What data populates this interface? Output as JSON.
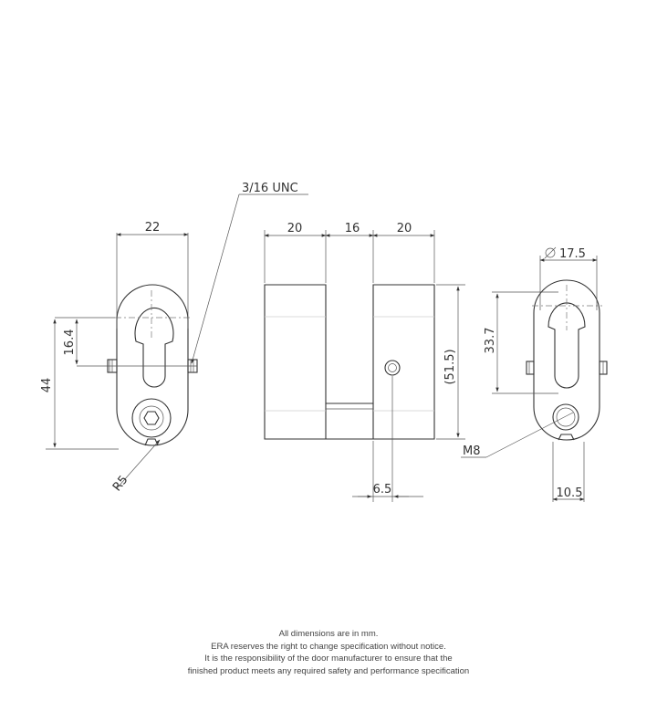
{
  "dimensions": {
    "left_width": "22",
    "left_cam_height": "16.4",
    "left_total_height": "44",
    "left_radius": "R5",
    "thread_callout": "3/16 UNC",
    "mid_body_left": "20",
    "mid_slot": "16",
    "mid_body_right": "20",
    "mid_height": "(51.5)",
    "mid_screw_offset": "6.5",
    "right_diameter": "17.5",
    "right_height": "33.7",
    "right_thread": "M8",
    "right_width": "10.5"
  },
  "notes": [
    "All dimensions are in mm.",
    "ERA reserves the right to change specification without notice.",
    "It is the responsibility of the door manufacturer to ensure that the",
    "finished product meets any required safety and performance specification"
  ]
}
